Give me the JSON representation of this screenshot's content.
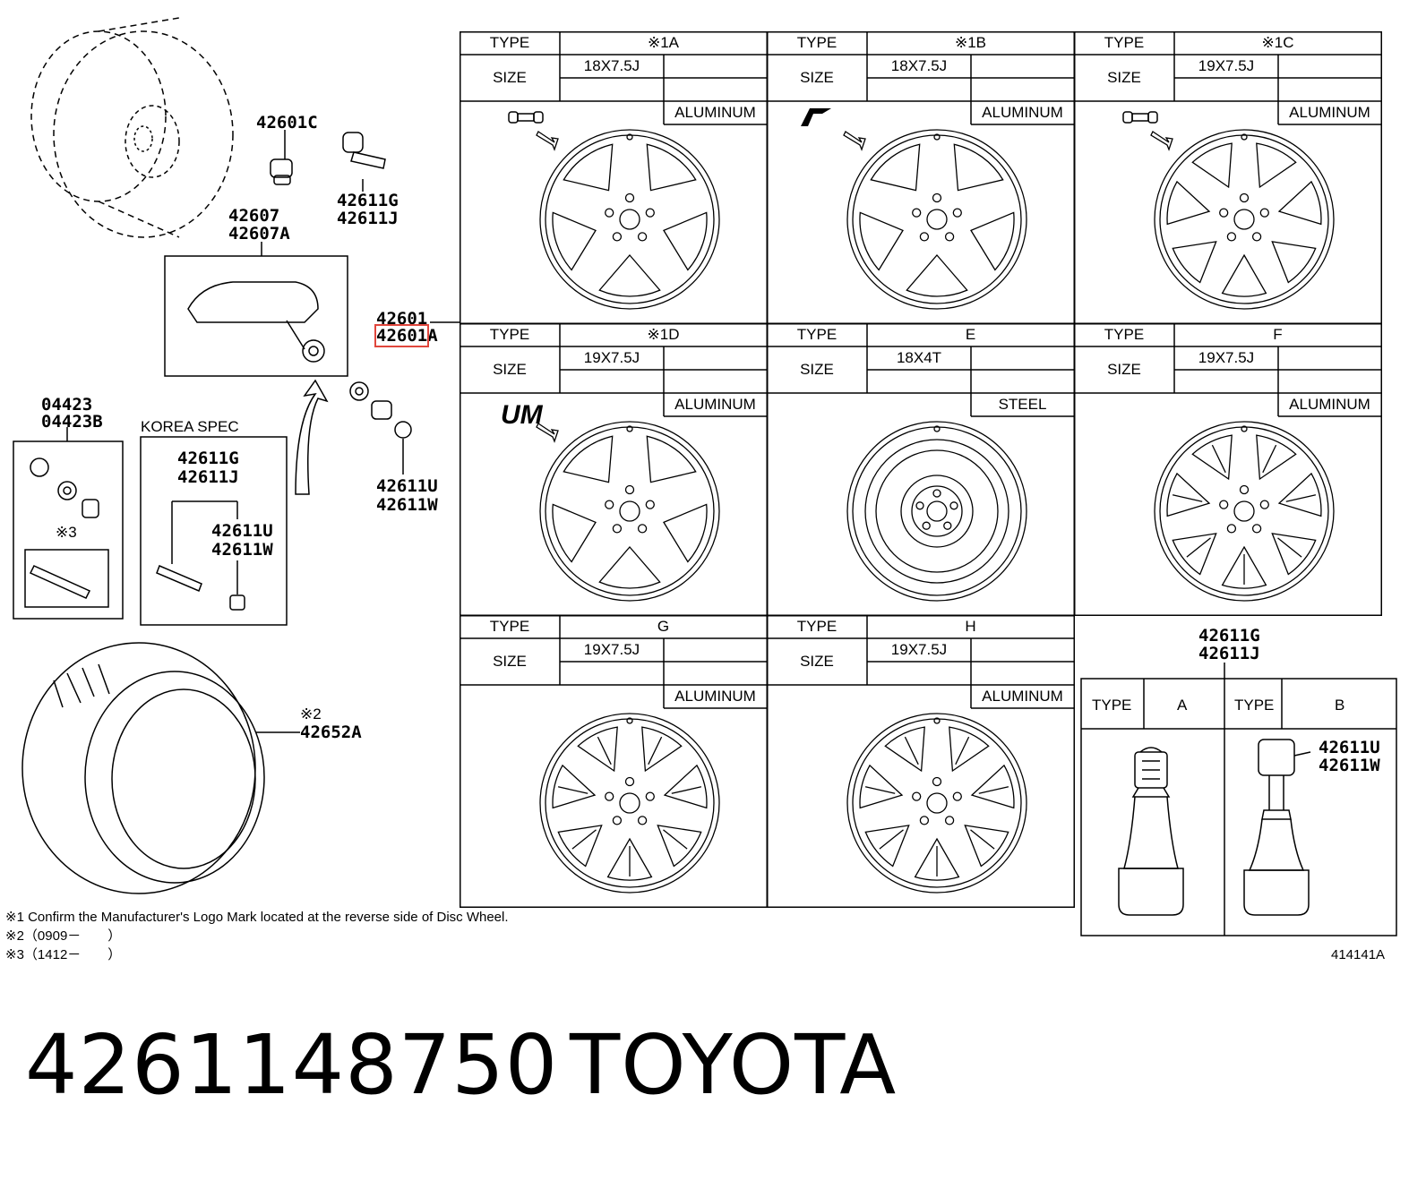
{
  "wheels": [
    {
      "type_label": "TYPE",
      "type": "※1A",
      "size_label": "SIZE",
      "size": "18X7.5J",
      "material": "ALUMINUM",
      "logo": "valve-stem-logo"
    },
    {
      "type_label": "TYPE",
      "type": "※1B",
      "size_label": "SIZE",
      "size": "18X7.5J",
      "material": "ALUMINUM",
      "logo": "brush-mark-logo"
    },
    {
      "type_label": "TYPE",
      "type": "※1C",
      "size_label": "SIZE",
      "size": "19X7.5J",
      "material": "ALUMINUM",
      "logo": "valve-stem-logo"
    },
    {
      "type_label": "TYPE",
      "type": "※1D",
      "size_label": "SIZE",
      "size": "19X7.5J",
      "material": "ALUMINUM",
      "logo": "um-logo"
    },
    {
      "type_label": "TYPE",
      "type": "E",
      "size_label": "SIZE",
      "size": "18X4T",
      "material": "STEEL",
      "logo": ""
    },
    {
      "type_label": "TYPE",
      "type": "F",
      "size_label": "SIZE",
      "size": "19X7.5J",
      "material": "ALUMINUM",
      "logo": ""
    },
    {
      "type_label": "TYPE",
      "type": "G",
      "size_label": "SIZE",
      "size": "19X7.5J",
      "material": "ALUMINUM",
      "logo": ""
    },
    {
      "type_label": "TYPE",
      "type": "H",
      "size_label": "SIZE",
      "size": "19X7.5J",
      "material": "ALUMINUM",
      "logo": ""
    }
  ],
  "parts": {
    "p42601c": "42601C",
    "p42611g_top": "42611G",
    "p42611j_top": "42611J",
    "p42607": "42607",
    "p42607a": "42607A",
    "p42601": "42601",
    "p42601a_prefix": "42601",
    "p42601a_suffix": "A",
    "p04423": "04423",
    "p04423b": "04423B",
    "korea_spec": "KOREA SPEC",
    "k42611g": "42611G",
    "k42611j": "42611J",
    "k42611u": "42611U",
    "k42611w": "42611W",
    "note3_mark": "※3",
    "p42611u_right": "42611U",
    "p42611w_right": "42611W",
    "note2_mark": "※2",
    "p42652a": "42652A"
  },
  "valve_box": {
    "p42611g": "42611G",
    "p42611j": "42611J",
    "type_a_label": "TYPE",
    "type_a": "A",
    "type_b_label": "TYPE",
    "type_b": "B",
    "b_42611u": "42611U",
    "b_42611w": "42611W"
  },
  "notes": [
    "※1 Confirm the Manufacturer's Logo Mark located at the reverse side of Disc Wheel.",
    "※2（0909－　　）",
    "※3（1412－　　）"
  ],
  "diagram_id": "414141A",
  "headline": {
    "part_number": "4261148750",
    "brand": "TOYOTA"
  },
  "colors": {
    "line": "#000000",
    "highlight": "#e0463c",
    "background": "#ffffff"
  }
}
